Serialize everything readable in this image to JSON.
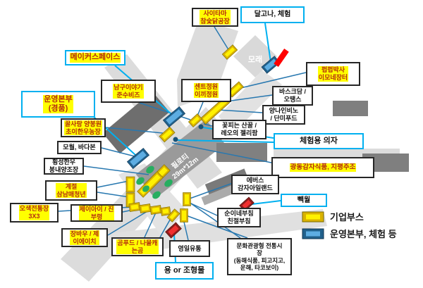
{
  "map": {
    "sand_label": "모래",
    "pilotis_label": "필로티\n29m*12m"
  },
  "labels": {
    "saitama": {
      "text": "사이타마\n참숯닭공장",
      "highlight": true
    },
    "dalgona": {
      "text": "달고나, 체험",
      "highlight": false
    },
    "makerspace": {
      "text": "메이커스페이스",
      "highlight": true
    },
    "pubpub": {
      "text": "펍펍박사\n이모네장터",
      "highlight": true
    },
    "namgu": {
      "text": "남구이야기\n준수비즈",
      "highlight": true
    },
    "cent": {
      "text": "센트정원\n이끼정원",
      "highlight": true
    },
    "hq": {
      "text": "운영본부\n(경품)",
      "highlight": true
    },
    "basque": {
      "text": "바스크담 /\n오땡스",
      "highlight": false
    },
    "yangna": {
      "text": "양나인비노\n/ 단미푸드",
      "highlight": false
    },
    "flower": {
      "text": "꽃피는 산꿀 /\n레오의 젤리팜",
      "highlight": false
    },
    "chairs": {
      "text": "체험용 의자",
      "highlight": false
    },
    "kwangdong": {
      "text": "광동감자식품, 지평주조",
      "highlight": true
    },
    "honey": {
      "text": "꿀사랑 양봉원\n초이한우농장",
      "highlight": true
    },
    "mowol": {
      "text": "모월, 바다본",
      "highlight": false
    },
    "hoengseong": {
      "text": "횡성한우\n봉내양조장",
      "highlight": false
    },
    "gyejeol": {
      "text": "계절\n삼남매청년",
      "highlight": true
    },
    "osaek": {
      "text": "오색전통장\n3X3",
      "highlight": true
    },
    "jai": {
      "text": "제이아이 / 진\n부령",
      "highlight": true
    },
    "jangbau": {
      "text": "장바우 / 제\n이에이치",
      "highlight": true
    },
    "gomfood": {
      "text": "곰푸드 / 나물캐\n는곰",
      "highlight": true
    },
    "yeongil": {
      "text": "영일유통",
      "highlight": false
    },
    "dragon": {
      "text": "용 or 조형물",
      "highlight": false
    },
    "culture": {
      "text": "문화관광형 전통시\n장\n(동해식품, 피고지고,\n운해, 타코보이)",
      "highlight": false
    },
    "ebus": {
      "text": "에버스\n감자아일랜드",
      "highlight": false
    },
    "baekwol": {
      "text": "빽월",
      "highlight": false
    },
    "suni": {
      "text": "순이네부침\n친절부침",
      "highlight": false
    }
  },
  "legend": {
    "items": [
      {
        "label": "기업부스"
      },
      {
        "label": "운영본부, 체험 등"
      }
    ]
  },
  "colors": {
    "booth_corporate_fill": "#FFF100",
    "booth_corporate_edge": "#D9B200",
    "booth_operations_fill": "#5DADE2",
    "booth_operations_edge": "#21618C",
    "booth_special_red": "#F03030",
    "connector_dark": "#2878B0",
    "connector_cyan": "#00B0F0",
    "highlight_yellow": "#FFFF00",
    "highlight_text": "#B42B10",
    "tree_green": "#27AE60",
    "building_gray": "#7F7F7F",
    "road_gray": "#DCDCDC"
  }
}
